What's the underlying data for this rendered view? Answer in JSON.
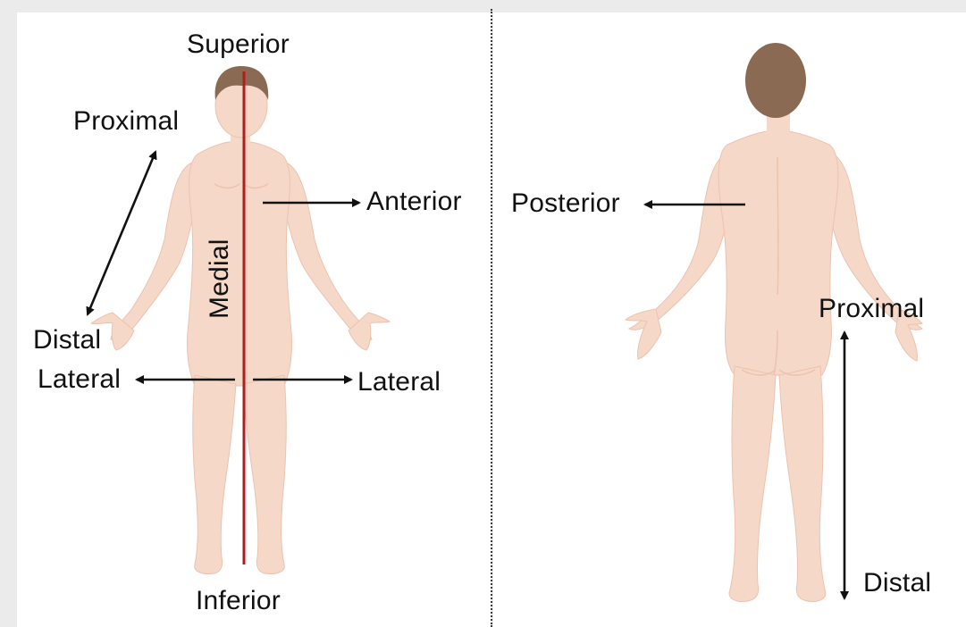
{
  "labels": {
    "superior": "Superior",
    "inferior": "Inferior",
    "proximal_front": "Proximal",
    "distal_front": "Distal",
    "anterior": "Anterior",
    "medial": "Medial",
    "lateral_left": "Lateral",
    "lateral_right": "Lateral",
    "posterior": "Posterior",
    "proximal_back": "Proximal",
    "distal_back": "Distal"
  },
  "colors": {
    "skin": "#f6d8c8",
    "skin_shadow": "#ebc3ae",
    "hair": "#8a6a52",
    "midline": "#b01d1d",
    "arrow": "#111111",
    "background": "#ffffff",
    "frame": "#ebebeb"
  },
  "figures": [
    "front-view-body",
    "back-view-body"
  ]
}
